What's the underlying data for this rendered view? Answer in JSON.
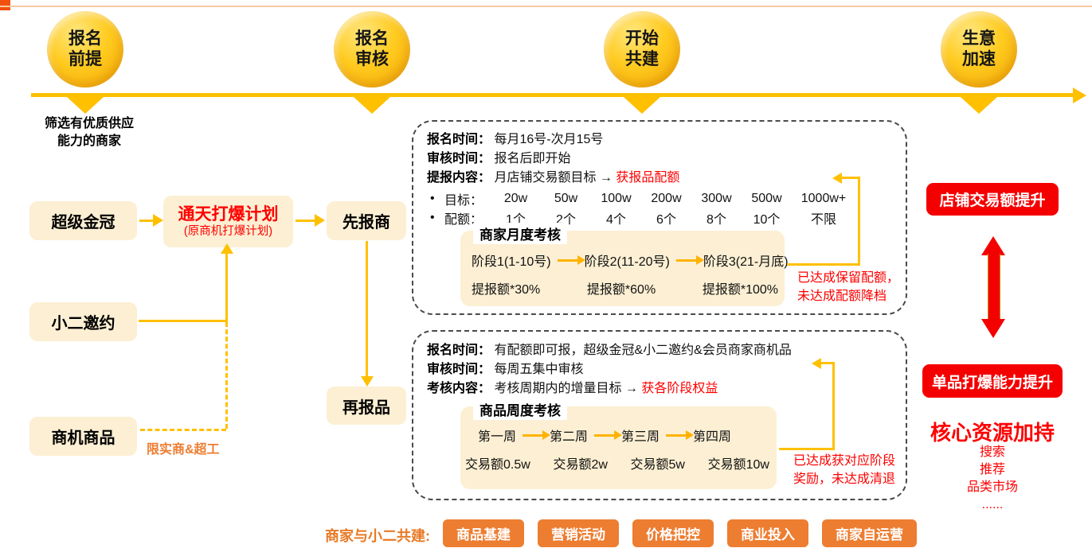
{
  "timeline": {
    "stages": [
      {
        "line1": "报名",
        "line2": "前提"
      },
      {
        "line1": "报名",
        "line2": "审核"
      },
      {
        "line1": "开始",
        "line2": "共建"
      },
      {
        "line1": "生意",
        "line2": "加速"
      }
    ],
    "prerequisite_note_line1": "筛选有优质供应",
    "prerequisite_note_line2": "能力的商家"
  },
  "left_flow": {
    "super_gold_crown": "超级金冠",
    "xiaoer_invite": "小二邀约",
    "opportunity_product": "商机商品",
    "plan_title": "通天打爆计划",
    "plan_subtitle": "(原商机打爆计划)",
    "plan_restriction_note": "限实商&超工",
    "report_merchant_first": "先报商",
    "report_product_next": "再报品"
  },
  "merchant_box": {
    "lines": [
      {
        "label": "报名时间：",
        "value": "每月16号-次月15号",
        "highlight": ""
      },
      {
        "label": "审核时间：",
        "value": "报名后即开始",
        "highlight": ""
      },
      {
        "label": "提报内容：",
        "value": "月店铺交易额目标 →",
        "highlight": "获报品配额"
      }
    ],
    "target_row": {
      "bullet": "•",
      "label": "目标：",
      "values": [
        "20w",
        "50w",
        "100w",
        "200w",
        "300w",
        "500w",
        "1000w+"
      ]
    },
    "quota_row": {
      "bullet": "•",
      "label": "配额：",
      "values": [
        "1个",
        "2个",
        "4个",
        "6个",
        "8个",
        "10个",
        "不限"
      ]
    },
    "assessment": {
      "title": "商家月度考核",
      "stages": [
        "阶段1(1-10号)",
        "阶段2(11-20号)",
        "阶段3(21-月底)"
      ],
      "amounts": [
        "提报额*30%",
        "提报额*60%",
        "提报额*100%"
      ]
    },
    "result_note_line1": "已达成保留配额，",
    "result_note_line2": "未达成配额降档"
  },
  "product_box": {
    "lines": [
      {
        "label": "报名时间：",
        "value": "有配额即可报，超级金冠&小二邀约&会员商家商机品",
        "highlight": ""
      },
      {
        "label": "审核时间：",
        "value": "每周五集中审核",
        "highlight": ""
      },
      {
        "label": "考核内容：",
        "value": "考核周期内的增量目标 →",
        "highlight": "获各阶段权益"
      }
    ],
    "assessment": {
      "title": "商品周度考核",
      "weeks": [
        "第一周",
        "第二周",
        "第三周",
        "第四周"
      ],
      "amounts": [
        "交易额0.5w",
        "交易额2w",
        "交易额5w",
        "交易额10w"
      ]
    },
    "result_note_line1": "已达成获对应阶段",
    "result_note_line2": "奖励，未达成清退"
  },
  "right_panel": {
    "shop_gmv_boost": "店铺交易额提升",
    "single_item_boost": "单品打爆能力提升",
    "core_resources_title": "核心资源加持",
    "resources": [
      "搜索",
      "推荐",
      "品类市场",
      "......"
    ]
  },
  "bottom_bar": {
    "label": "商家与小二共建:",
    "chips": [
      "商品基建",
      "营销活动",
      "价格把控",
      "商业投入",
      "商家自运营"
    ]
  },
  "colors": {
    "timeline_yellow": "#FFC000",
    "cream_box": "#FCEFD3",
    "red_accent": "#FE0000",
    "red_box": "#F40000",
    "orange_chip": "#ED7D31",
    "dashed_border": "#4A4A4A"
  }
}
